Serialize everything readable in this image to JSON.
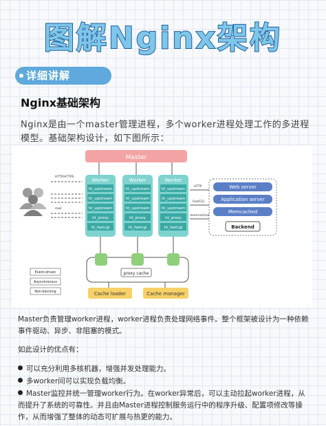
{
  "title": "图解Nginx架构",
  "section_pill": "详细讲解",
  "heading": "Nginx基础架构",
  "intro": "Nginx是由一个master管理进程，多个worker进程处理工作的多进程模型。基础架构设计，如下图所示：",
  "diagram": {
    "master": "Master",
    "workers": [
      {
        "title": "Worker",
        "modules": [
          "ht_upstream",
          "ht_upstream",
          "ht_upstream",
          "ht_proxy",
          "ht_fastcgi"
        ]
      },
      {
        "title": "Worker",
        "modules": [
          "ht_upstream",
          "ht_upstream",
          "ht_upstream",
          "ht_proxy",
          "ht_fastcgi"
        ]
      },
      {
        "title": "Worker",
        "modules": [
          "ht_upstream",
          "ht_upstream",
          "ht_upstream",
          "ht_proxy",
          "ht_fastcgi"
        ]
      }
    ],
    "left_labels": [
      "HTTP/HTTPS",
      "mail"
    ],
    "right_labels": [
      "HTTP",
      "FastCGI",
      "memcached"
    ],
    "backends": [
      "Web server",
      "Application server",
      "Memcached"
    ],
    "backend_title": "Backend",
    "legend": [
      "Event-driven",
      "Asynchronous",
      "Non-blocking"
    ],
    "proxy_cache": "proxy cache",
    "cache_loader": "Cache loader",
    "cache_manager": "Cache manager",
    "colors": {
      "master": "#f3a3a3",
      "worker": "#7fd3cf",
      "module": "#3aa9a4",
      "backend": "#5b7fc7",
      "cache": "#f6d168",
      "cache_node": "#8fcf7c"
    }
  },
  "description": "Master负责管理worker进程，worker进程负责处理网络事件。整个框架被设计为一种依赖事件驱动、异步、非阻塞的模式。",
  "advantages_intro": "如此设计的优点有：",
  "bullets": [
    "可以充分利用多核机器，增强并发处理能力。",
    "多worker间可以实现负载均衡。",
    "Master监控并统一管理worker行为。在worker异常后，可以主动拉起worker进程，从而提升了系统的可靠性。并且由Master进程控制服务运行中的程序升级、配置项修改等操作，从而增强了整体的动态可扩展与热更的能力。"
  ]
}
